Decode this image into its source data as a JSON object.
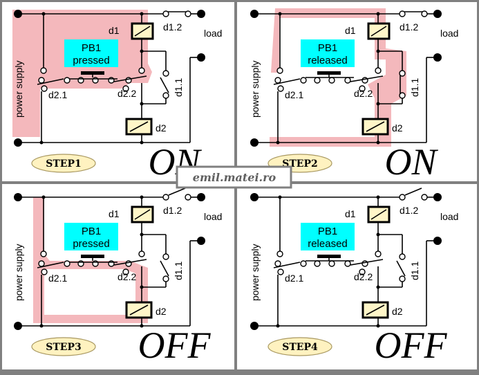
{
  "colors": {
    "background": "#ffffff",
    "border": "#808080",
    "highlight": "#f4b8bc",
    "wire": "#000000",
    "pb_box": "#00ffff",
    "step_oval": "#fff2c0",
    "step_oval_border": "#a89860",
    "relay_fill": "#fff6c8",
    "credit_text": "#606060"
  },
  "credit": "emil.matei.ro",
  "common_labels": {
    "power_supply": "power supply",
    "load": "load",
    "relay1": "d1",
    "relay2": "d2",
    "contact_d11": "d1.1",
    "contact_d12": "d1.2",
    "contact_d21": "d2.1",
    "contact_d22": "d2.2"
  },
  "panels": [
    {
      "step": "STEP1",
      "pb_title": "PB1",
      "pb_state": "pressed",
      "output": "ON",
      "current_path": "d1-loop"
    },
    {
      "step": "STEP2",
      "pb_title": "PB1",
      "pb_state": "released",
      "output": "ON",
      "current_path": "d2-via-d1.1"
    },
    {
      "step": "STEP3",
      "pb_title": "PB1",
      "pb_state": "pressed",
      "output": "OFF",
      "current_path": "d2-via-pb"
    },
    {
      "step": "STEP4",
      "pb_title": "PB1",
      "pb_state": "released",
      "output": "OFF",
      "current_path": "none"
    }
  ]
}
